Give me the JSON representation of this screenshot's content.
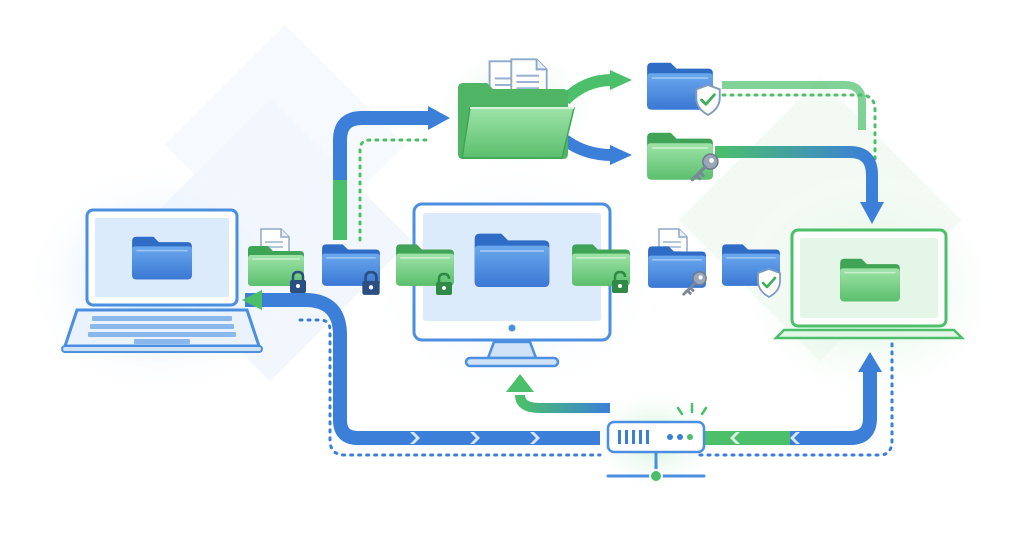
{
  "diagram": {
    "nodes": [
      {
        "id": "source-laptop",
        "icon": "laptop-icon",
        "color": "#3b7fd9"
      },
      {
        "id": "desktop-monitor",
        "icon": "monitor-icon",
        "color": "#3b7fd9"
      },
      {
        "id": "destination-laptop",
        "icon": "laptop-icon",
        "color": "#4cbf6a"
      },
      {
        "id": "network-router",
        "icon": "router-icon",
        "color": "#3b7fd9"
      },
      {
        "id": "shared-folder",
        "icon": "open-folder-documents-icon",
        "color": "#6fcf7f"
      },
      {
        "id": "secure-folder-shield",
        "icon": "folder-shield-icon",
        "color": "#3b7fd9"
      },
      {
        "id": "secure-folder-key",
        "icon": "folder-key-icon",
        "color": "#6fcf7f"
      }
    ],
    "pipeline_items": [
      {
        "icon": "folder-document-lock-icon",
        "color": "#6fcf7f"
      },
      {
        "icon": "folder-lock-icon",
        "color": "#3b7fd9"
      },
      {
        "icon": "folder-unlock-icon",
        "color": "#6fcf7f"
      },
      {
        "icon": "folder-unlock-icon",
        "color": "#6fcf7f"
      },
      {
        "icon": "folder-document-key-icon",
        "color": "#3b7fd9"
      },
      {
        "icon": "folder-shield-icon",
        "color": "#3b7fd9"
      }
    ],
    "colors": {
      "blue": "#3b7fd9",
      "blue_light": "#9cc3f2",
      "green": "#4cbf6a",
      "green_light": "#a8e2b4",
      "outline": "#4a8fe0",
      "dotted_path": "#3b7fd9"
    }
  }
}
